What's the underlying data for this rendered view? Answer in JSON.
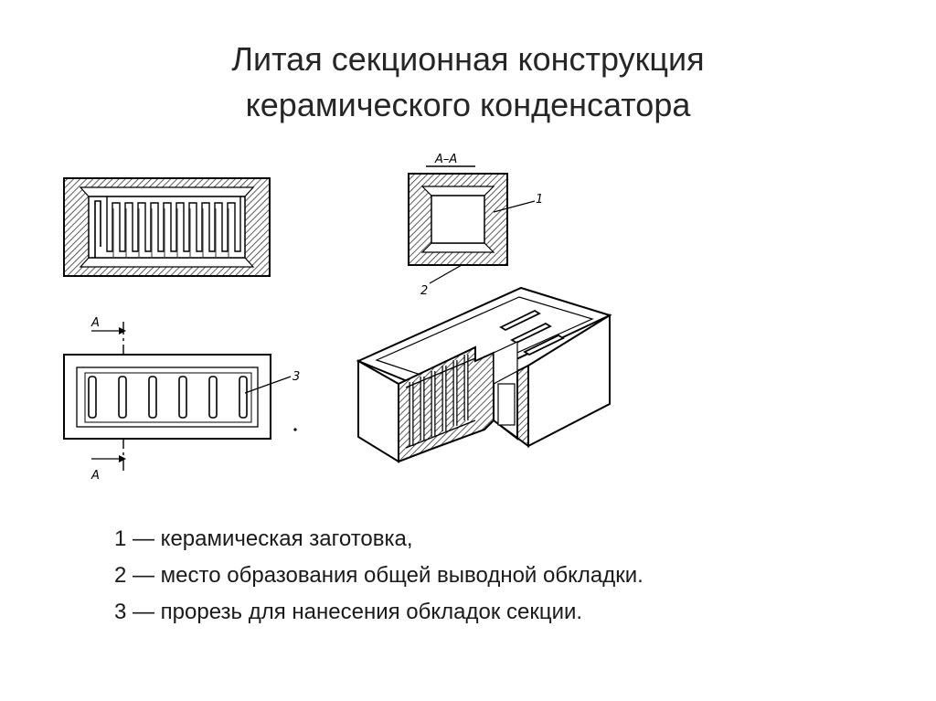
{
  "title": {
    "line1": "Литая секционная конструкция",
    "line2": "керамического конденсатора"
  },
  "figure": {
    "section_label": "А–А",
    "label_top_a": "А",
    "label_bottom_a": "А",
    "callout_1": "1",
    "callout_2": "2",
    "callout_3": "3"
  },
  "legend": {
    "items": [
      "1 — керамическая заготовка,",
      "2 — место образования общей выводной обкладки.",
      "3 — прорезь для нанесения обкладок секции."
    ]
  }
}
